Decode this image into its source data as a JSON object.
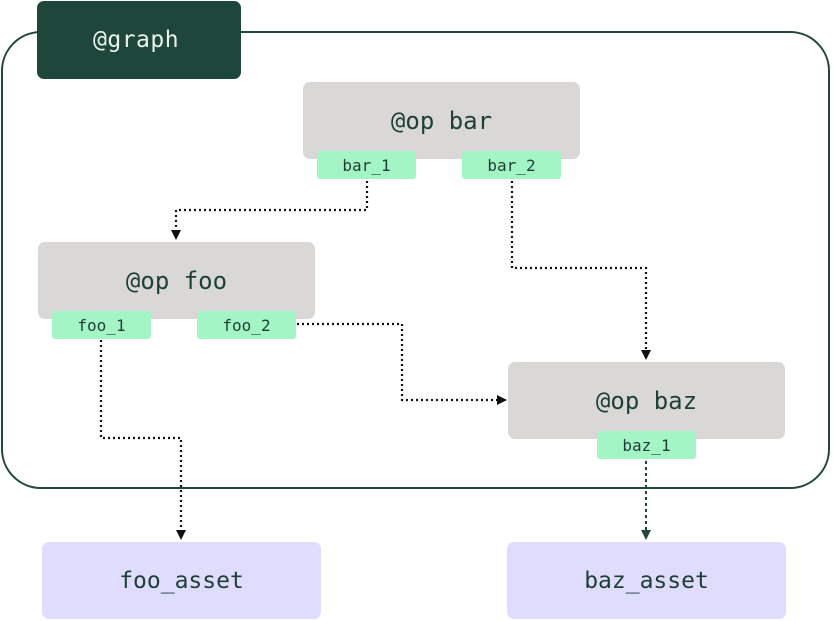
{
  "graph": {
    "label": "@graph"
  },
  "ops": {
    "bar": {
      "label": "@op bar",
      "outputs": [
        "bar_1",
        "bar_2"
      ]
    },
    "foo": {
      "label": "@op foo",
      "outputs": [
        "foo_1",
        "foo_2"
      ]
    },
    "baz": {
      "label": "@op baz",
      "outputs": [
        "baz_1"
      ]
    }
  },
  "assets": {
    "foo_asset": "foo_asset",
    "baz_asset": "baz_asset"
  },
  "colors": {
    "frame": "#23473c",
    "graph_tab": "#1f463b",
    "op_box": "#d9d8d6",
    "output_pill": "#a3f5c6",
    "asset_box": "#dfdcfe",
    "arrow": "#111111",
    "arrow_final": "#23473c"
  }
}
